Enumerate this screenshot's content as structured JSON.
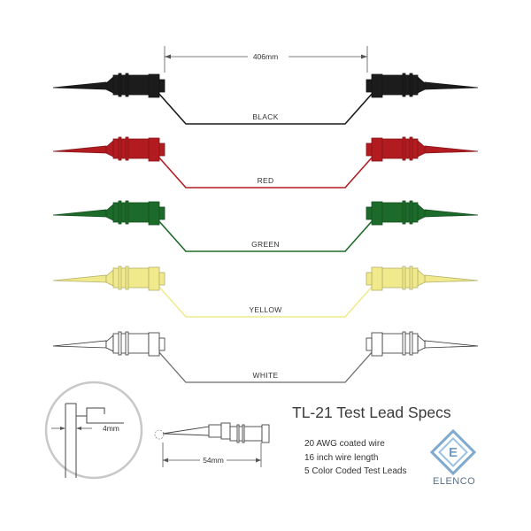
{
  "dimension_top": "406mm",
  "leads": [
    {
      "label": "BLACK",
      "color": "#1c1c1c"
    },
    {
      "label": "RED",
      "color": "#b21c20"
    },
    {
      "label": "GREEN",
      "color": "#1d6b2a"
    },
    {
      "label": "YELLOW",
      "color": "#f0ea8c"
    },
    {
      "label": "WHITE",
      "color": "#6a6a6a"
    }
  ],
  "detail": {
    "tip_width": "4mm",
    "probe_length": "54mm"
  },
  "specs": {
    "title": "TL-21 Test Lead Specs",
    "items": [
      "20 AWG coated wire",
      "16 inch wire length",
      "5 Color Coded Test Leads"
    ]
  },
  "brand": {
    "name": "ELENCO",
    "color": "#7fa9cf"
  }
}
